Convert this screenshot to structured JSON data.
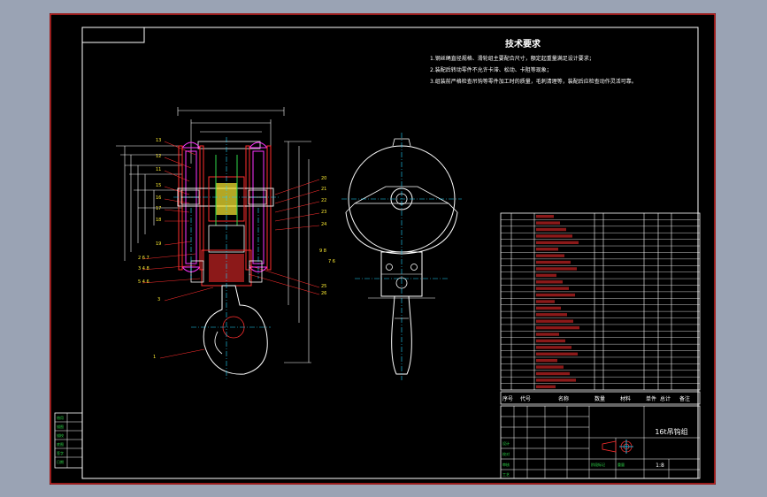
{
  "drawing": {
    "tech_title": "技术要求",
    "tech_notes": [
      "1.钢丝绳直径规格、滑轮组主要配合尺寸，额定起重量满足设计要求；",
      "2.装配后转动零件不允许卡滞、松动、卡阻等现象；",
      "3.组装前严格检查吊钩等零件加工时的质量，毛刺清理等，装配后应检查动作灵活可靠。"
    ],
    "title_block": {
      "name": "16t吊钩组",
      "scale": "1:8",
      "header_labels": [
        "序号",
        "代号",
        "名称",
        "数量",
        "材料",
        "单件",
        "总计",
        "备注"
      ]
    },
    "colors": {
      "frame": "#ffffff",
      "outline": "#ff2e2e",
      "dimension": "#ffffff",
      "center": "#22d6ff",
      "green": "#2fd84a",
      "magenta": "#ff35ff",
      "yellow": "#ffee33"
    }
  }
}
